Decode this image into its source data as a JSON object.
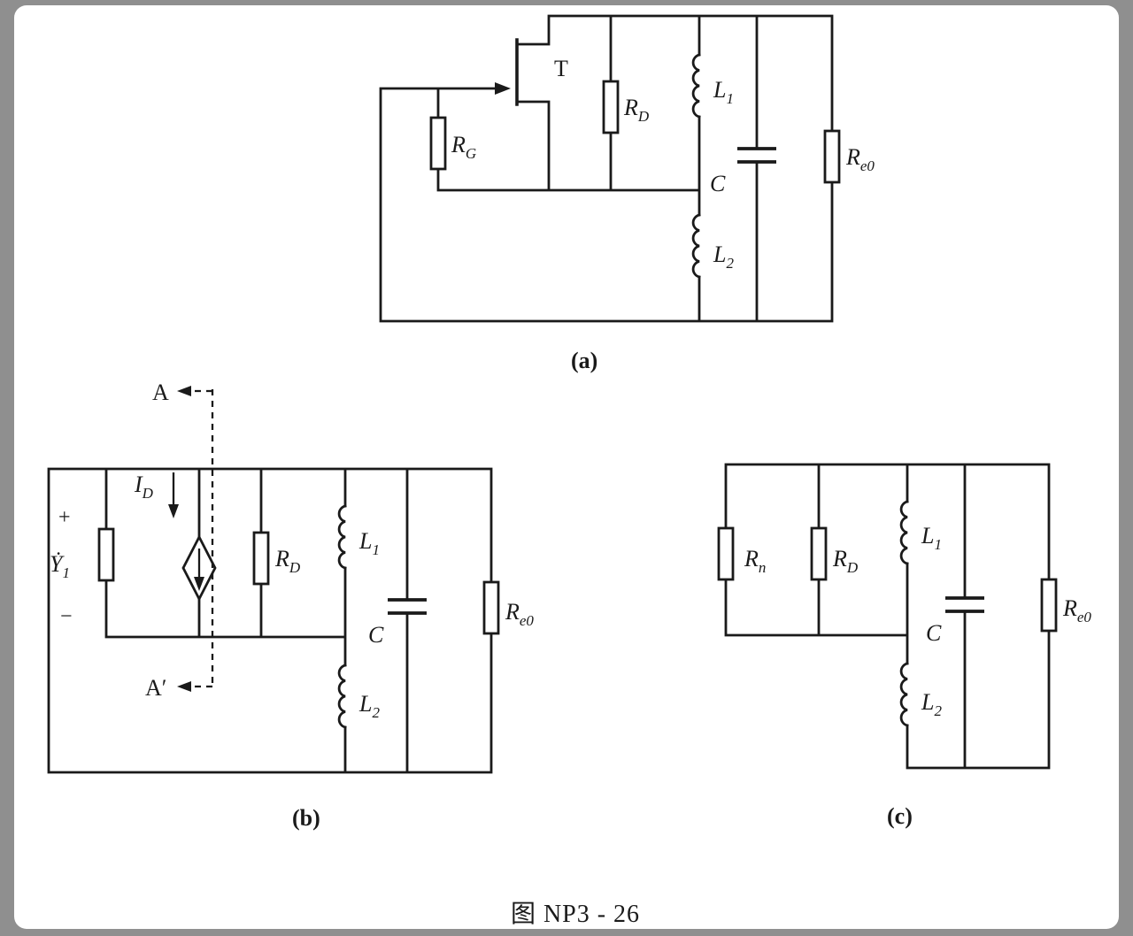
{
  "colors": {
    "ink": "#1a1a1a",
    "paper": "#ffffff",
    "frame": "#8f8f8f"
  },
  "caption": "图 NP3 - 26",
  "circuit_a": {
    "tag": "(a)",
    "transistor": "T",
    "rg_base": "R",
    "rg_sub": "G",
    "rd_base": "R",
    "rd_sub": "D",
    "l1_base": "L",
    "l1_sub": "1",
    "cap": "C",
    "l2_base": "L",
    "l2_sub": "2",
    "re0_base": "R",
    "re0_sub": "e0"
  },
  "circuit_b": {
    "tag": "(b)",
    "cut_top": "A",
    "cut_bottom": "A′",
    "current_base": "I",
    "current_sub": "D",
    "source_plus": "+",
    "source_minus": "−",
    "source_base": "Ẏ",
    "source_sub": "1",
    "rd_base": "R",
    "rd_sub": "D",
    "l1_base": "L",
    "l1_sub": "1",
    "cap": "C",
    "l2_base": "L",
    "l2_sub": "2",
    "re0_base": "R",
    "re0_sub": "e0"
  },
  "circuit_c": {
    "tag": "(c)",
    "rn_base": "R",
    "rn_sub": "n",
    "rd_base": "R",
    "rd_sub": "D",
    "l1_base": "L",
    "l1_sub": "1",
    "cap": "C",
    "l2_base": "L",
    "l2_sub": "2",
    "re0_base": "R",
    "re0_sub": "e0"
  }
}
